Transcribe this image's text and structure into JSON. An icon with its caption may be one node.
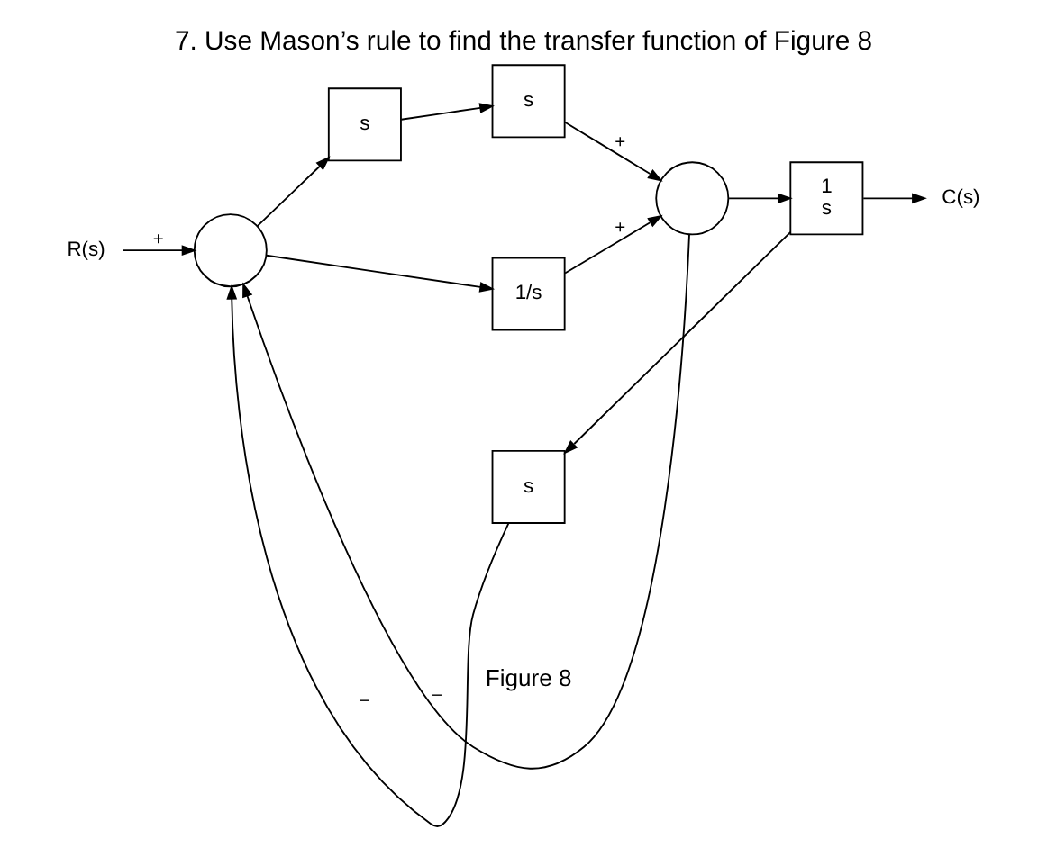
{
  "diagram": {
    "title": "7. Use Mason’s rule to find the transfer function of Figure 8",
    "caption": "Figure 8",
    "nodes": [
      {
        "text": [
          "R(s)"
        ]
      },
      {
        "text": [],
        "shape": "circle"
      },
      {
        "text": [
          "s"
        ]
      },
      {
        "text": [
          "s"
        ]
      },
      {
        "text": [],
        "shape": "circle"
      },
      {
        "text": [
          "1",
          "s"
        ]
      },
      {
        "text": [
          "1/s"
        ]
      },
      {
        "text": [
          "s"
        ]
      },
      {
        "text": [
          "C(s)"
        ]
      }
    ],
    "edges": [
      {
        "from": 0,
        "to": 1,
        "arrow": "to",
        "label": "+"
      },
      {
        "from": 1,
        "to": 2,
        "arrow": "to"
      },
      {
        "from": 2,
        "to": 3,
        "arrow": "to"
      },
      {
        "from": 3,
        "to": 4,
        "arrow": "to",
        "label": "+"
      },
      {
        "from": 4,
        "to": 5,
        "arrow": "to"
      },
      {
        "from": 5,
        "to": 8,
        "arrow": "to"
      },
      {
        "from": 1,
        "to": 6,
        "arrow": "to"
      },
      {
        "from": 6,
        "to": 4,
        "arrow": "to",
        "label": "+"
      },
      {
        "from": 4,
        "to": 1,
        "arrow": "to",
        "label": "−"
      },
      {
        "from": 5,
        "to": 7,
        "arrow": "to"
      },
      {
        "from": 7,
        "to": 1,
        "arrow": "to",
        "label": "−"
      }
    ]
  }
}
